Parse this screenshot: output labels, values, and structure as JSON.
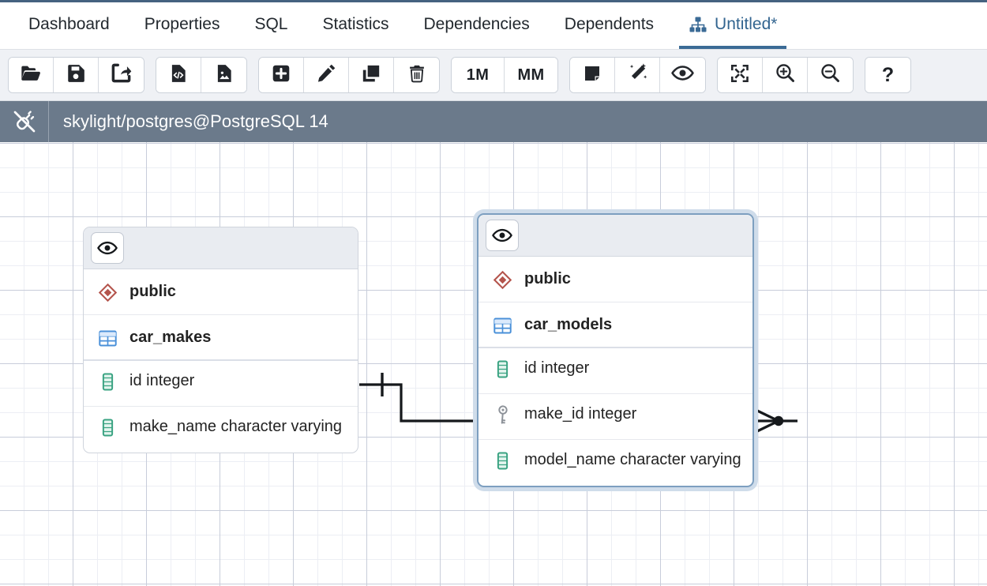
{
  "tabs": [
    {
      "label": "Dashboard",
      "active": false,
      "icon": ""
    },
    {
      "label": "Properties",
      "active": false,
      "icon": ""
    },
    {
      "label": "SQL",
      "active": false,
      "icon": ""
    },
    {
      "label": "Statistics",
      "active": false,
      "icon": ""
    },
    {
      "label": "Dependencies",
      "active": false,
      "icon": ""
    },
    {
      "label": "Dependents",
      "active": false,
      "icon": ""
    },
    {
      "label": "Untitled*",
      "active": true,
      "icon": "schema-diagram-icon"
    }
  ],
  "toolbar": {
    "groups": [
      {
        "buttons": [
          {
            "name": "open-file-button",
            "icon": "folder-open-icon",
            "label": ""
          },
          {
            "name": "save-button",
            "icon": "floppy-save-icon",
            "label": ""
          },
          {
            "name": "save-as-button",
            "icon": "share-export-icon",
            "label": ""
          }
        ]
      },
      {
        "buttons": [
          {
            "name": "generate-sql-button",
            "icon": "file-code-icon",
            "label": ""
          },
          {
            "name": "download-image-button",
            "icon": "file-image-icon",
            "label": ""
          }
        ]
      },
      {
        "buttons": [
          {
            "name": "add-table-button",
            "icon": "plus-square-icon",
            "label": ""
          },
          {
            "name": "edit-table-button",
            "icon": "pencil-icon",
            "label": ""
          },
          {
            "name": "clone-table-button",
            "icon": "copy-icon",
            "label": ""
          },
          {
            "name": "delete-table-button",
            "icon": "trash-icon",
            "label": ""
          }
        ]
      },
      {
        "buttons": [
          {
            "name": "one-to-many-button",
            "icon": "",
            "label": "1M"
          },
          {
            "name": "many-to-many-button",
            "icon": "",
            "label": "MM"
          }
        ]
      },
      {
        "buttons": [
          {
            "name": "add-note-button",
            "icon": "note-icon",
            "label": ""
          },
          {
            "name": "auto-align-button",
            "icon": "magic-wand-icon",
            "label": ""
          },
          {
            "name": "show-details-button",
            "icon": "eye-icon",
            "label": ""
          }
        ]
      },
      {
        "buttons": [
          {
            "name": "zoom-to-fit-button",
            "icon": "compress-icon",
            "label": ""
          },
          {
            "name": "zoom-in-button",
            "icon": "magnifier-plus-icon",
            "label": ""
          },
          {
            "name": "zoom-out-button",
            "icon": "magnifier-minus-icon",
            "label": ""
          }
        ]
      },
      {
        "buttons": [
          {
            "name": "help-button",
            "icon": "question-mark-icon",
            "label": "?"
          }
        ]
      }
    ]
  },
  "connection": {
    "icon": "disconnect-plug-icon",
    "label": "skylight/postgres@PostgreSQL 14"
  },
  "diagram": {
    "nodes": [
      {
        "id": "car_makes",
        "selected": false,
        "header_toggle_icon": "eye-icon",
        "schema": {
          "icon": "schema-diamond-icon",
          "label": "public"
        },
        "table": {
          "icon": "table-grid-icon",
          "label": "car_makes"
        },
        "columns": [
          {
            "icon": "column-icon",
            "label": "id integer"
          },
          {
            "icon": "column-icon",
            "label": "make_name character varying"
          }
        ]
      },
      {
        "id": "car_models",
        "selected": true,
        "header_toggle_icon": "eye-icon",
        "schema": {
          "icon": "schema-diamond-icon",
          "label": "public"
        },
        "table": {
          "icon": "table-grid-icon",
          "label": "car_models"
        },
        "columns": [
          {
            "icon": "column-icon",
            "label": "id integer"
          },
          {
            "icon": "foreign-key-icon",
            "label": "make_id integer"
          },
          {
            "icon": "column-icon",
            "label": "model_name character varying"
          }
        ]
      }
    ],
    "link": {
      "from": "car_makes",
      "to": "car_models",
      "type": "one-to-many"
    }
  },
  "colors": {
    "accent": "#3b6b96",
    "connection_bar": "#6b7a8b",
    "schema_icon": "#b4544c",
    "table_icon": "#4a90d9",
    "column_icon": "#3aa382",
    "key_icon": "#8d9299",
    "selection_border": "#7d9fc0",
    "selection_halo": "#cfdcea",
    "grid_major": "#c8cdda",
    "grid_minor": "#eceef4"
  }
}
